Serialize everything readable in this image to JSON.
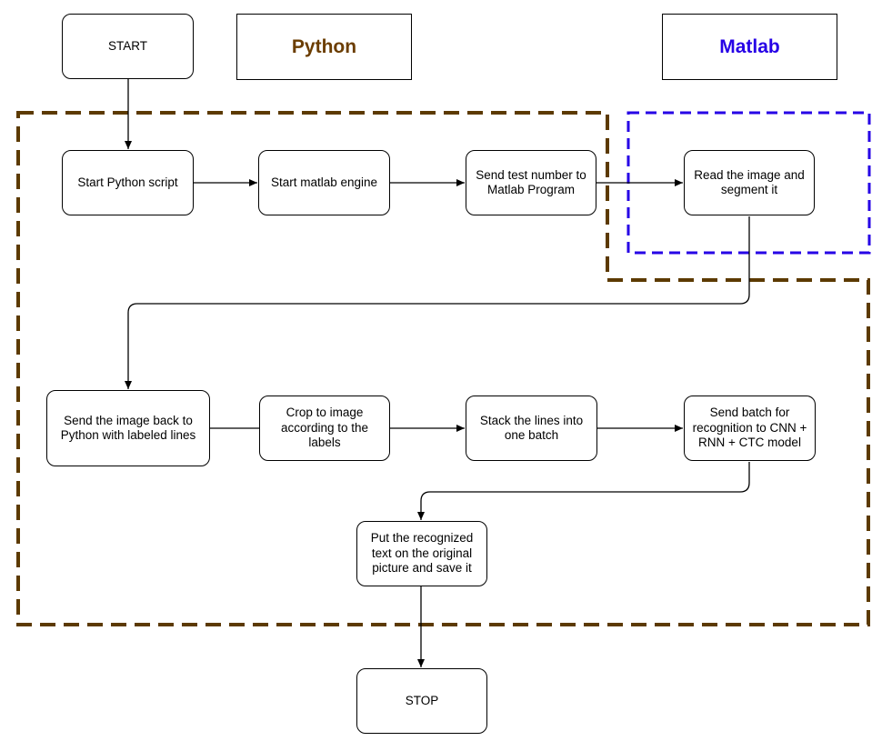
{
  "legend": {
    "python": {
      "label": "Python",
      "color": "#6b3d00"
    },
    "matlab": {
      "label": "Matlab",
      "color": "#2600e6"
    }
  },
  "nodes": {
    "start": "START",
    "start_python_script": "Start Python script",
    "start_matlab_engine": "Start matlab engine",
    "send_test_number": "Send test number to Matlab Program",
    "read_and_segment": "Read the image and segment it",
    "send_image_back": "Send the image back to Python with labeled lines",
    "crop_image": "Crop to image according to the labels",
    "stack_lines": "Stack the lines into one batch",
    "send_batch": "Send batch for recognition to CNN + RNN + CTC model",
    "put_text": "Put the recognized text on the original picture and save it",
    "stop": "STOP"
  },
  "regions": {
    "python_region_color": "#5c3a00",
    "matlab_region_color": "#2600e6"
  }
}
